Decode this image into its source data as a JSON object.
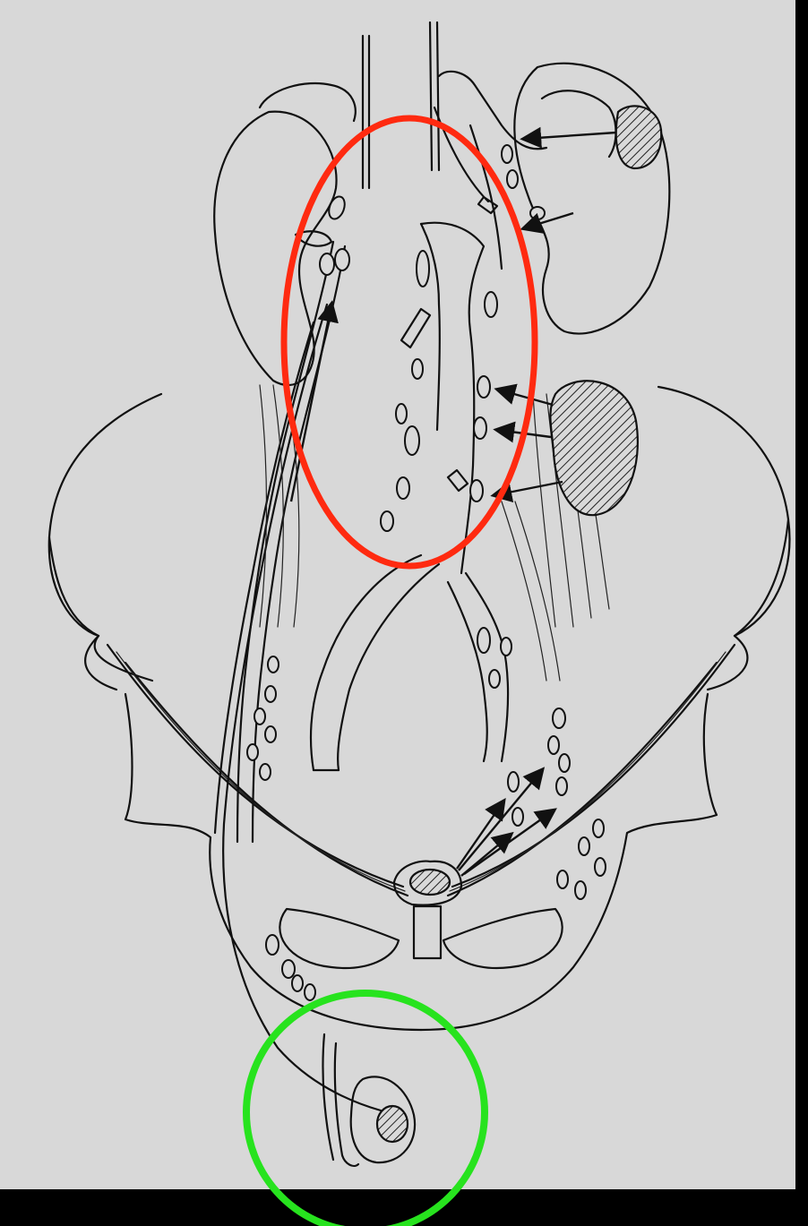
{
  "figure": {
    "background": "#d8d8d8",
    "frame_color": "#000000",
    "line_color": "#111111",
    "highlights": [
      {
        "name": "red-ellipse",
        "color": "#ff2a10",
        "shape": "ellipse"
      },
      {
        "name": "green-circle",
        "color": "#27e31e",
        "shape": "circle"
      }
    ],
    "icons": {
      "kidney_left": "kidney-icon",
      "kidney_right": "kidney-icon",
      "testis": "testis-icon",
      "pelvis": "pelvis-icon",
      "lymph_node": "lymph-node-icon",
      "tumor_mass": "hatched-mass-icon"
    }
  }
}
